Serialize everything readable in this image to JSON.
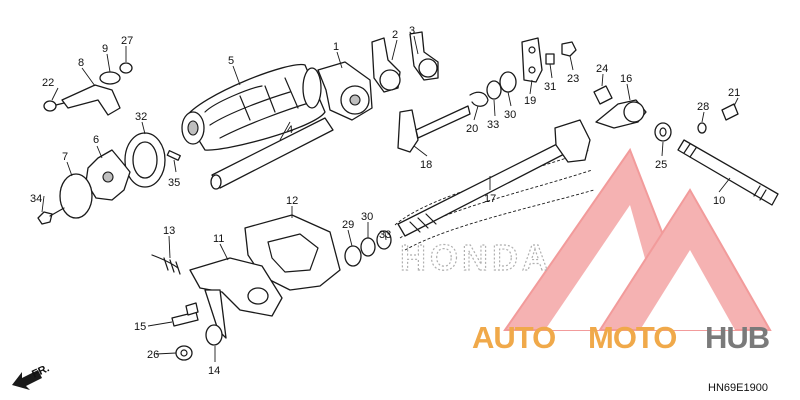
{
  "diagram": {
    "code": "HN69E1900",
    "fr_label": "FR.",
    "honda_mark": "HONDA",
    "watermark": {
      "brand_part1": "AUTO",
      "brand_part2": "MOTO",
      "brand_part3": "HUB",
      "color_primary": "#f0a94a",
      "color_secondary": "#7a7a7a",
      "logo_color": "#f08a8a"
    },
    "labels": [
      {
        "id": "1",
        "text": "1"
      },
      {
        "id": "2",
        "text": "2"
      },
      {
        "id": "3",
        "text": "3"
      },
      {
        "id": "4",
        "text": "4"
      },
      {
        "id": "5",
        "text": "5"
      },
      {
        "id": "6",
        "text": "6"
      },
      {
        "id": "7",
        "text": "7"
      },
      {
        "id": "8",
        "text": "8"
      },
      {
        "id": "9",
        "text": "9"
      },
      {
        "id": "10",
        "text": "10"
      },
      {
        "id": "11",
        "text": "11"
      },
      {
        "id": "12",
        "text": "12"
      },
      {
        "id": "13",
        "text": "13"
      },
      {
        "id": "14",
        "text": "14"
      },
      {
        "id": "15",
        "text": "15"
      },
      {
        "id": "16",
        "text": "16"
      },
      {
        "id": "17",
        "text": "17"
      },
      {
        "id": "18",
        "text": "18"
      },
      {
        "id": "19",
        "text": "19"
      },
      {
        "id": "20",
        "text": "20"
      },
      {
        "id": "21",
        "text": "21"
      },
      {
        "id": "22",
        "text": "22"
      },
      {
        "id": "23",
        "text": "23"
      },
      {
        "id": "24",
        "text": "24"
      },
      {
        "id": "25",
        "text": "25"
      },
      {
        "id": "26",
        "text": "26"
      },
      {
        "id": "27",
        "text": "27"
      },
      {
        "id": "28",
        "text": "28"
      },
      {
        "id": "29",
        "text": "29"
      },
      {
        "id": "30a",
        "text": "30"
      },
      {
        "id": "30b",
        "text": "30"
      },
      {
        "id": "31",
        "text": "31"
      },
      {
        "id": "32",
        "text": "32"
      },
      {
        "id": "33a",
        "text": "33"
      },
      {
        "id": "33b",
        "text": "33"
      },
      {
        "id": "34",
        "text": "34"
      },
      {
        "id": "35",
        "text": "35"
      }
    ]
  }
}
